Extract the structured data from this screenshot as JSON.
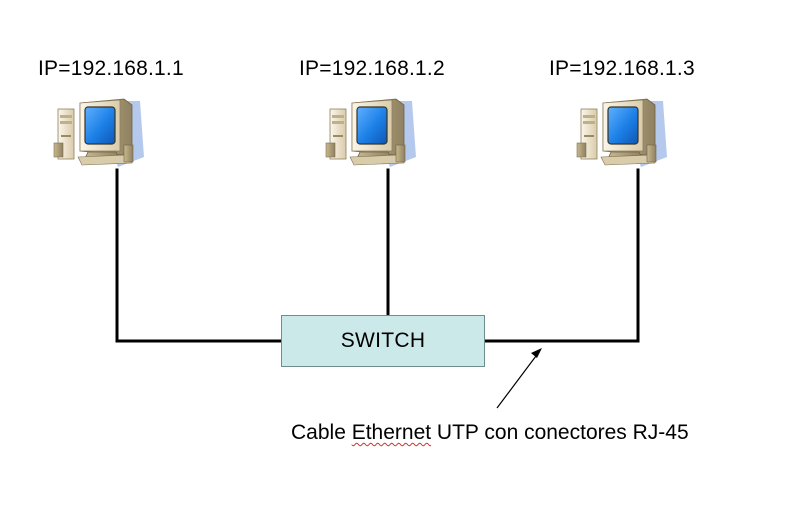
{
  "nodes": [
    {
      "id": "pc-1",
      "label": "IP=192.168.1.1",
      "icon": "desktop-computer-icon"
    },
    {
      "id": "pc-2",
      "label": "IP=192.168.1.2",
      "icon": "desktop-computer-icon"
    },
    {
      "id": "pc-3",
      "label": "IP=192.168.1.3",
      "icon": "desktop-computer-icon"
    }
  ],
  "switch": {
    "label": "SWITCH",
    "fill": "#cce9ea",
    "border": "#6f8c8f"
  },
  "cable_annotation": {
    "before": "Cable ",
    "underlined": "Ethernet",
    "after": " UTP con conectores RJ-45"
  },
  "edges": [
    {
      "from": "pc-1",
      "to": "switch"
    },
    {
      "from": "pc-2",
      "to": "switch"
    },
    {
      "from": "pc-3",
      "to": "switch"
    }
  ],
  "colors": {
    "cable": "#000000",
    "screen": "#1c7fe6",
    "case_light": "#f2ead8",
    "case_dark": "#a89a78",
    "shadow": "#a8c0ea"
  }
}
